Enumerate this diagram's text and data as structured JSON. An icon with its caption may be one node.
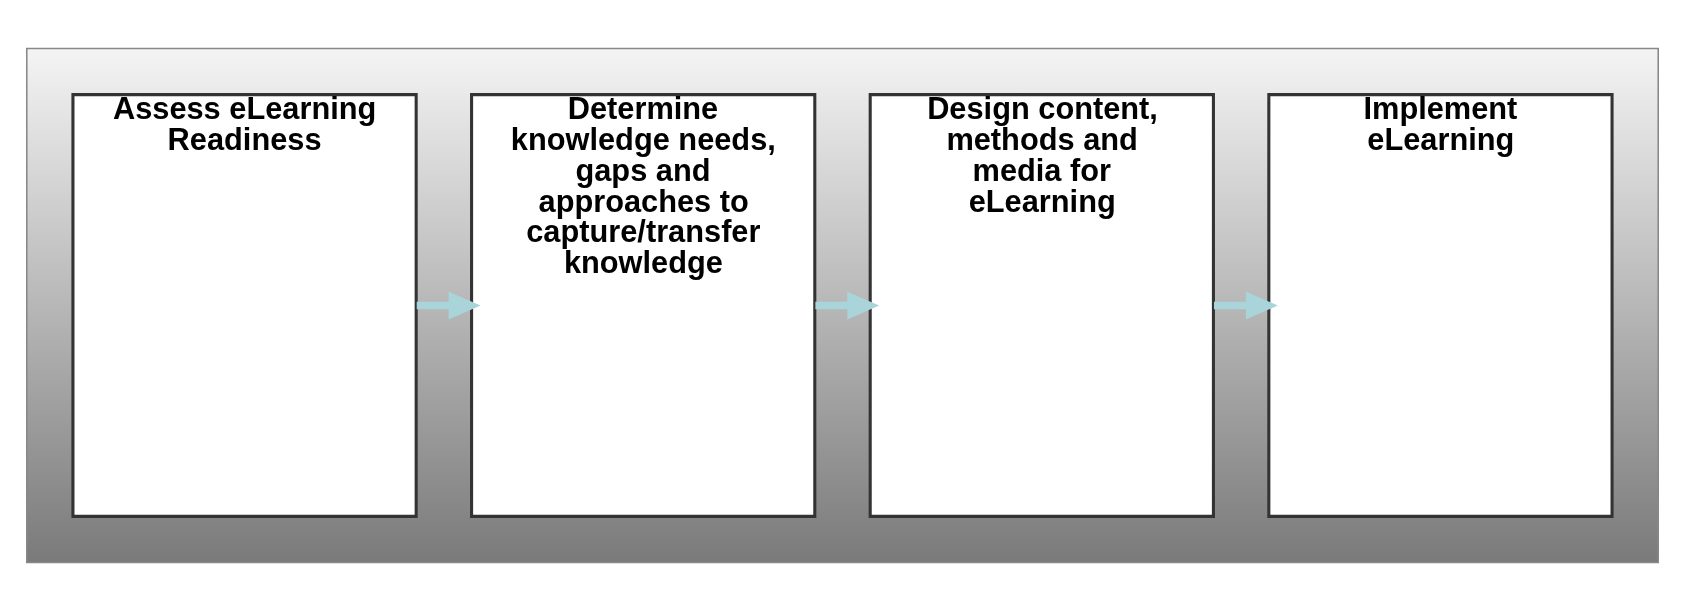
{
  "diagram": {
    "nodes": [
      {
        "text": [],
        "shape": "box"
      },
      {
        "text": [
          "Assess eLearning Readiness"
        ],
        "in": 0
      },
      {
        "text": [
          "Determine knowledge needs, gaps and approaches to capture/transfer knowledge"
        ],
        "in": 0
      },
      {
        "text": [
          "Design content, methods and media for eLearning"
        ],
        "in": 0
      },
      {
        "text": [
          "Implement eLearning"
        ],
        "in": 0
      }
    ],
    "edges": [
      {
        "from": 1,
        "to": 2,
        "arrow": "to"
      },
      {
        "from": 2,
        "to": 3,
        "arrow": "to"
      },
      {
        "from": 3,
        "to": 4,
        "arrow": "to"
      }
    ]
  }
}
